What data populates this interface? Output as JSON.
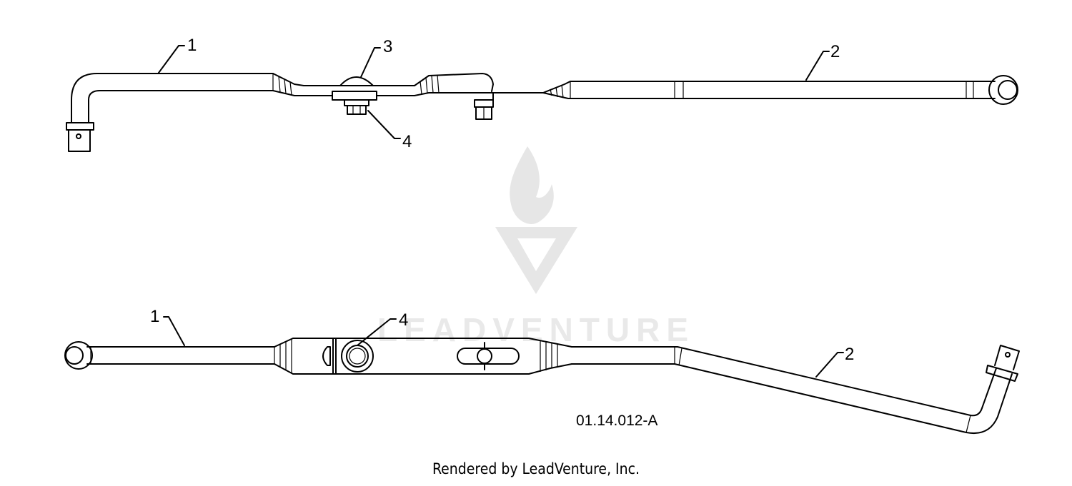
{
  "callouts": {
    "top_1": "1",
    "top_2": "2",
    "top_3": "3",
    "top_4": "4",
    "bottom_1": "1",
    "bottom_2": "2",
    "bottom_4": "4"
  },
  "part_number": "01.14.012-A",
  "footer": "Rendered by LeadVenture, Inc.",
  "watermark": {
    "text": "LEADVENTURE",
    "icon": "flame-v-logo-icon"
  }
}
